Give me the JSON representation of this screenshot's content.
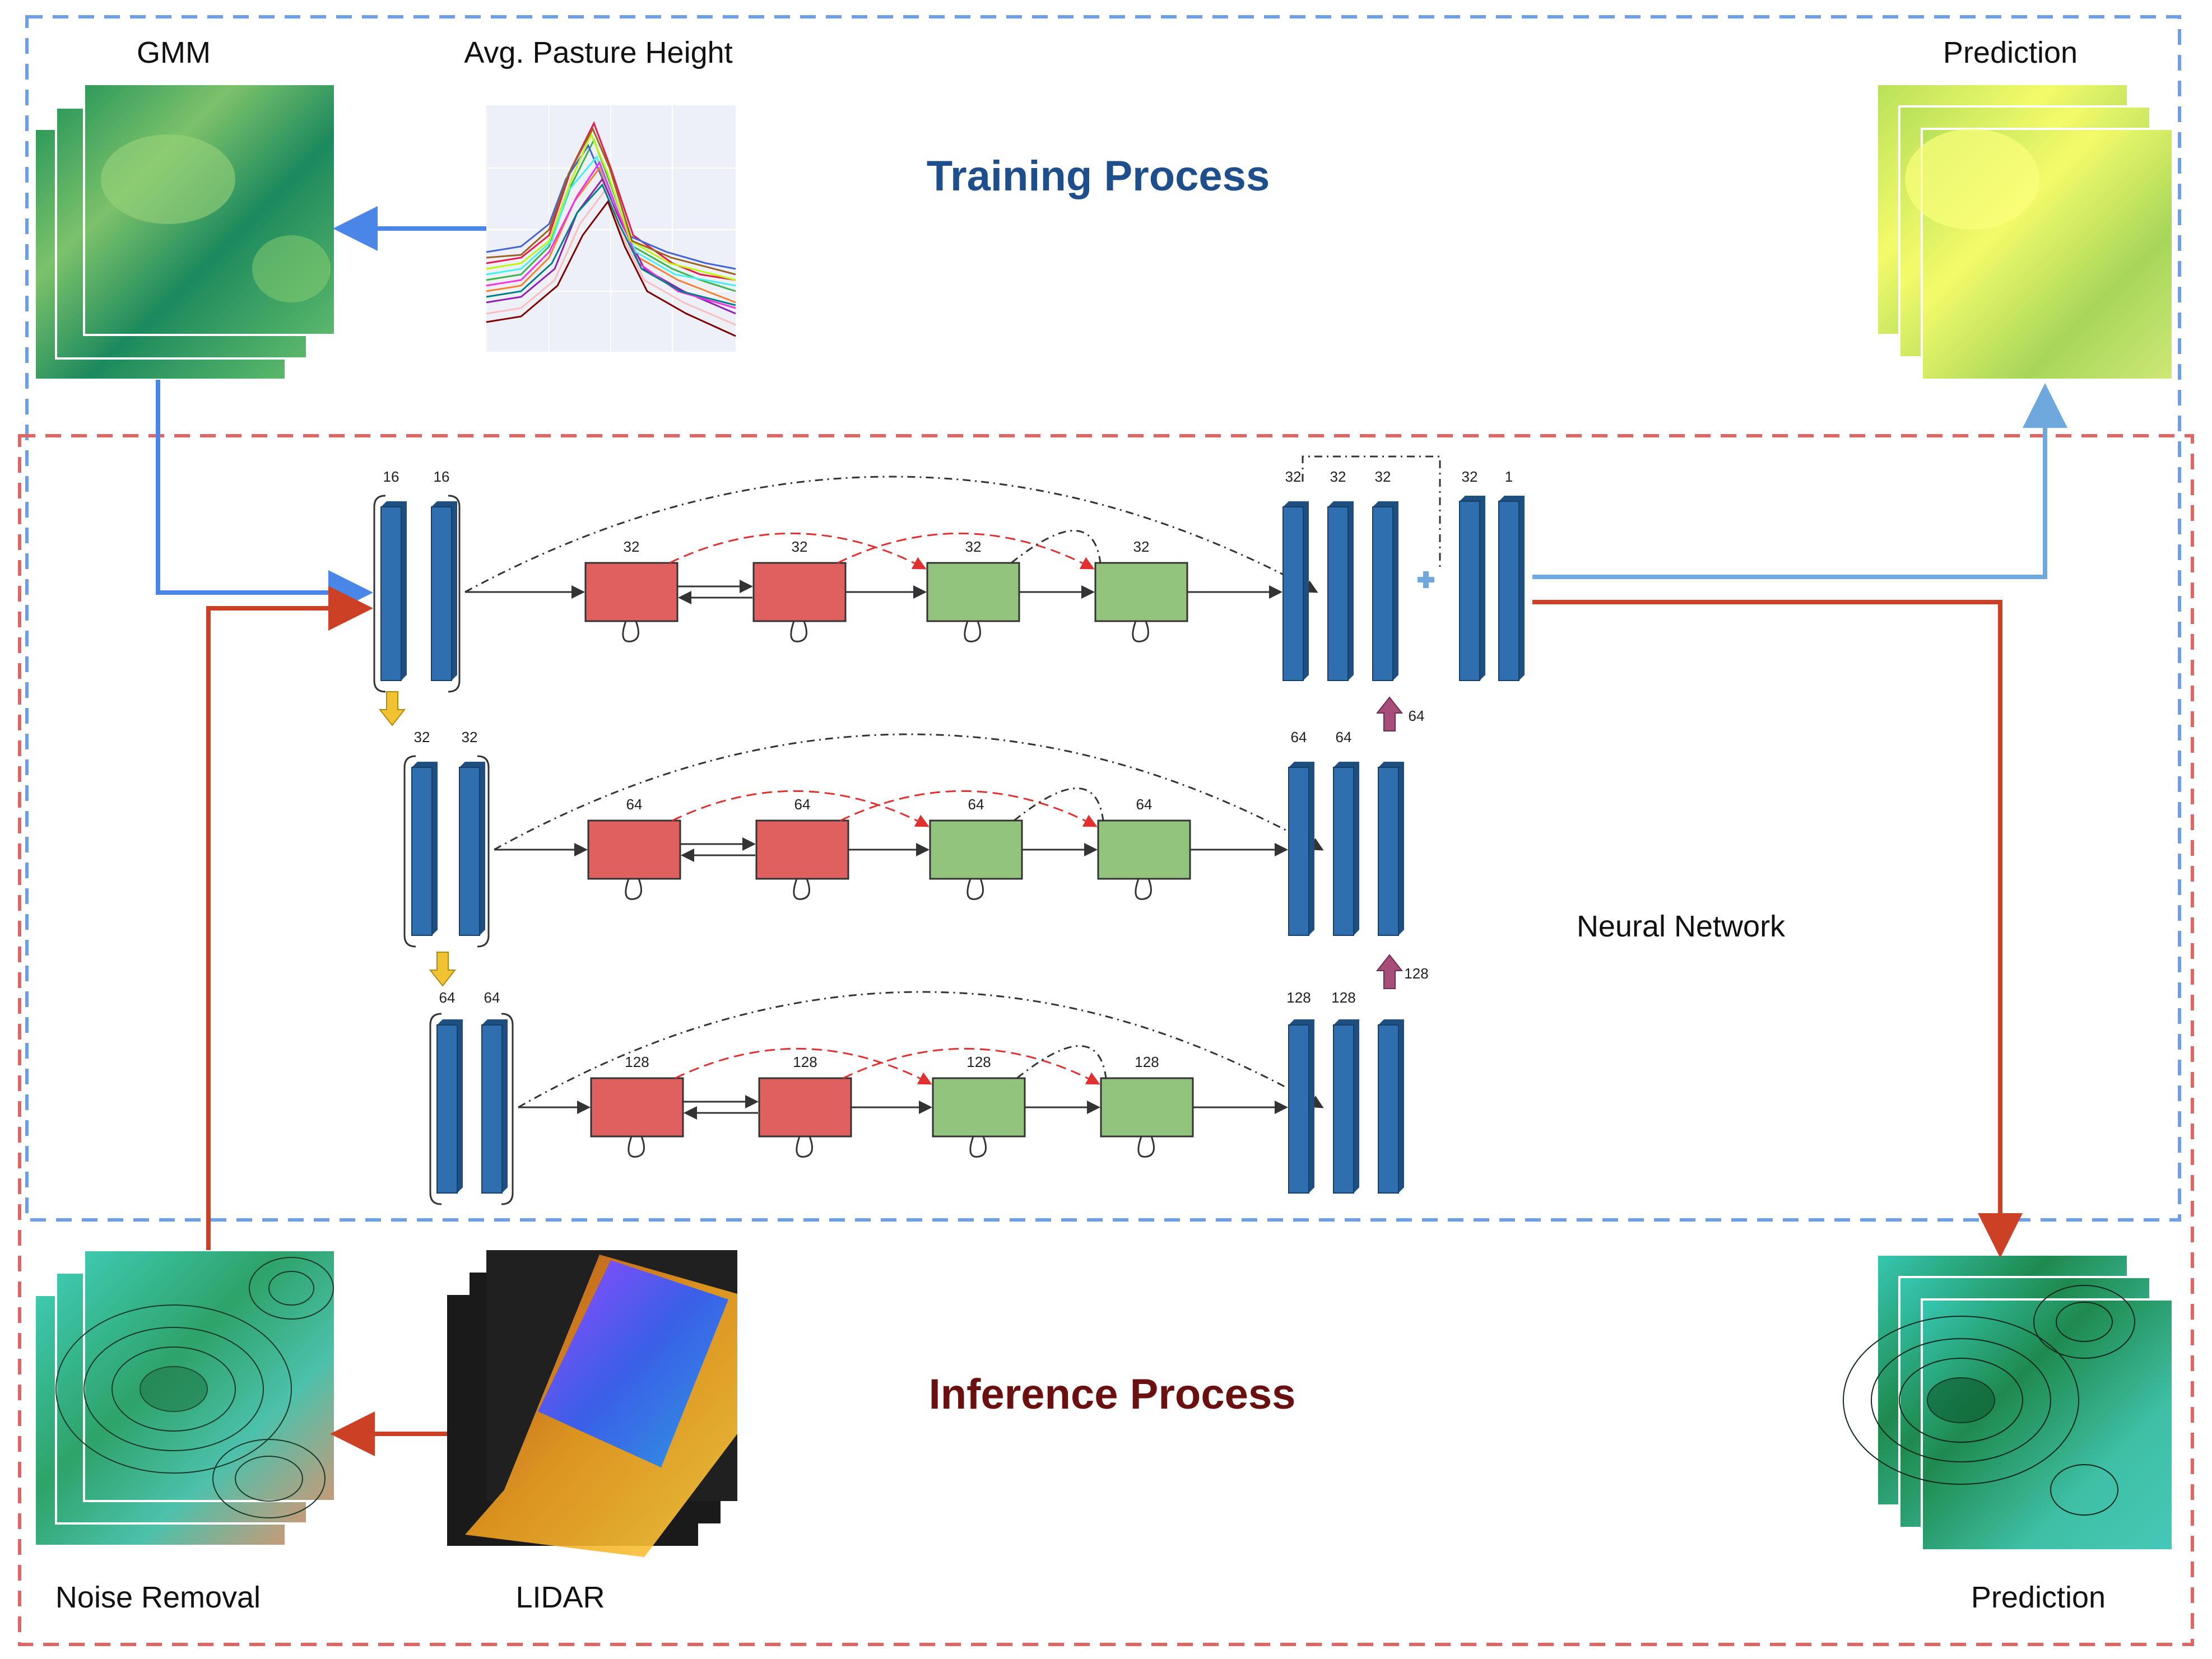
{
  "labels": {
    "gmm": "GMM",
    "avg_pasture_height": "Avg. Pasture Height",
    "prediction_top": "Prediction",
    "training_process": "Training Process",
    "neural_network": "Neural Network",
    "inference_process": "Inference Process",
    "noise_removal": "Noise Removal",
    "lidar": "LIDAR",
    "prediction_bottom": "Prediction"
  },
  "network": {
    "row1": {
      "enc": [
        "16",
        "16"
      ],
      "res": [
        "32",
        "32",
        "32",
        "32"
      ],
      "dec": [
        "32",
        "32",
        "32"
      ],
      "out": [
        "32",
        "1"
      ]
    },
    "row2": {
      "enc": [
        "32",
        "32"
      ],
      "res": [
        "64",
        "64",
        "64",
        "64"
      ],
      "dec": [
        "64",
        "64"
      ],
      "up": "64"
    },
    "row3": {
      "enc": [
        "64",
        "64"
      ],
      "res": [
        "128",
        "128",
        "128",
        "128"
      ],
      "dec": [
        "128",
        "128"
      ],
      "up": "128"
    }
  },
  "colors": {
    "training": "#4a86e8",
    "training_title": "#1f4e8c",
    "inference": "#cc4125",
    "inference_title": "#6b1010",
    "res_red": "#e06060",
    "res_green": "#93c47d",
    "layer_blue": "#2f6fb0",
    "down_arrow": "#f1c232",
    "up_arrow": "#a64d79"
  }
}
